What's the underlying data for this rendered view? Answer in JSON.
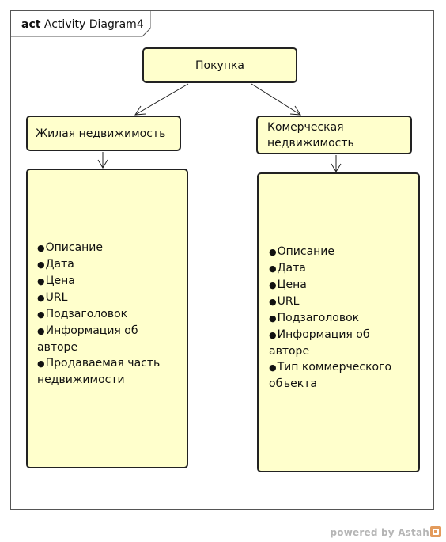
{
  "frame": {
    "keyword": "act",
    "name": "Activity Diagram4"
  },
  "nodes": {
    "purchase": {
      "label": "Покупка"
    },
    "residential": {
      "label": "Жилая недвижимость"
    },
    "commercial": {
      "label_line1": "Комерческая",
      "label_line2": "недвижимость"
    },
    "residential_details": {
      "items": [
        "Описание",
        "Дата",
        "Цена",
        "URL",
        "Подзаголовок",
        "Информация об авторе",
        "Продаваемая часть недвижимости"
      ]
    },
    "commercial_details": {
      "items": [
        "Описание",
        "Дата",
        "Цена",
        "URL",
        "Подзаголовок",
        "Информация об авторе",
        "Тип коммерческого объекта"
      ]
    }
  },
  "watermark": {
    "text": "powered by Astah"
  }
}
